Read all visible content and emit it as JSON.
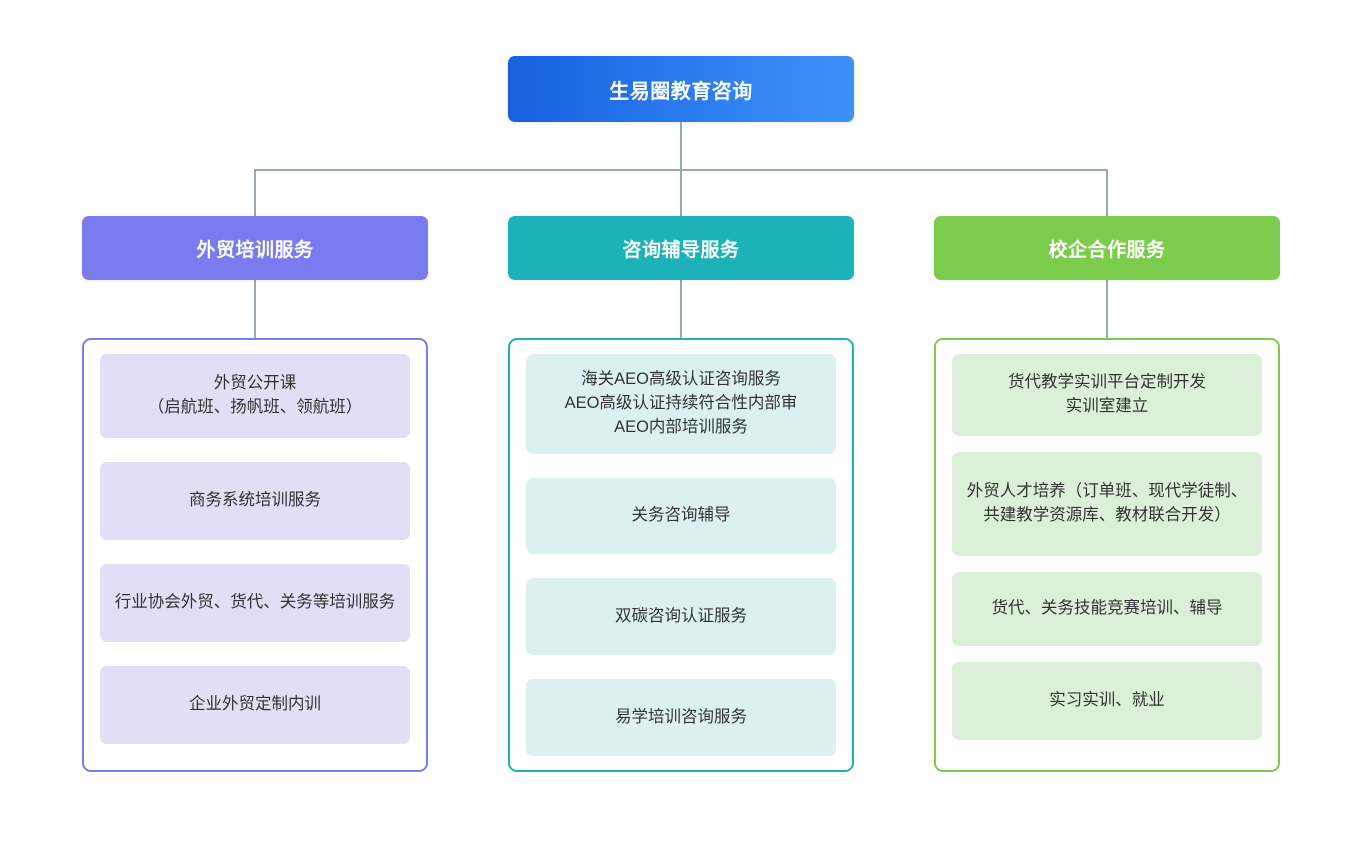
{
  "root": {
    "label": "生易圈教育咨询",
    "gradient_from": "#1761e0",
    "gradient_to": "#3d92fa"
  },
  "connector_color": "#9aa7b4",
  "columns": [
    {
      "header": "外贸培训服务",
      "accent": "#7b7bf0",
      "item_fill": "#e2def5",
      "items": [
        {
          "text": "外贸公开课\n（启航班、扬帆班、领航班）"
        },
        {
          "text": "商务系统培训服务"
        },
        {
          "text": "行业协会外贸、货代、关务等培训服务"
        },
        {
          "text": "企业外贸定制内训"
        }
      ]
    },
    {
      "header": "咨询辅导服务",
      "accent": "#1bb3b8",
      "item_fill": "#dcf0f1",
      "items": [
        {
          "text": "海关AEO高级认证咨询服务\nAEO高级认证持续符合性内部审\nAEO内部培训服务"
        },
        {
          "text": "关务咨询辅导"
        },
        {
          "text": "双碳咨询认证服务"
        },
        {
          "text": "易学培训咨询服务"
        }
      ]
    },
    {
      "header": "校企合作服务",
      "accent": "#7bcc4a",
      "item_fill": "#dcefd8",
      "items": [
        {
          "text": "货代教学实训平台定制开发\n实训室建立"
        },
        {
          "text": "外贸人才培养（订单班、现代学徒制、共建教学资源库、教材联合开发）"
        },
        {
          "text": "货代、关务技能竞赛培训、辅导"
        },
        {
          "text": "实习实训、就业"
        }
      ]
    }
  ],
  "chart_data": {
    "type": "diagram",
    "subtype": "organizational-tree",
    "title": "生易圈教育咨询",
    "levels": 3,
    "root": "生易圈教育咨询",
    "branches": [
      {
        "name": "外贸培训服务",
        "color": "#7b7bf0",
        "children": [
          "外贸公开课（启航班、扬帆班、领航班）",
          "商务系统培训服务",
          "行业协会外贸、货代、关务等培训服务",
          "企业外贸定制内训"
        ]
      },
      {
        "name": "咨询辅导服务",
        "color": "#1bb3b8",
        "children": [
          "海关AEO高级认证咨询服务 / AEO高级认证持续符合性内部审 / AEO内部培训服务",
          "关务咨询辅导",
          "双碳咨询认证服务",
          "易学培训咨询服务"
        ]
      },
      {
        "name": "校企合作服务",
        "color": "#7bcc4a",
        "children": [
          "货代教学实训平台定制开发 / 实训室建立",
          "外贸人才培养（订单班、现代学徒制、共建教学资源库、教材联合开发）",
          "货代、关务技能竞赛培训、辅导",
          "实习实训、就业"
        ]
      }
    ]
  }
}
